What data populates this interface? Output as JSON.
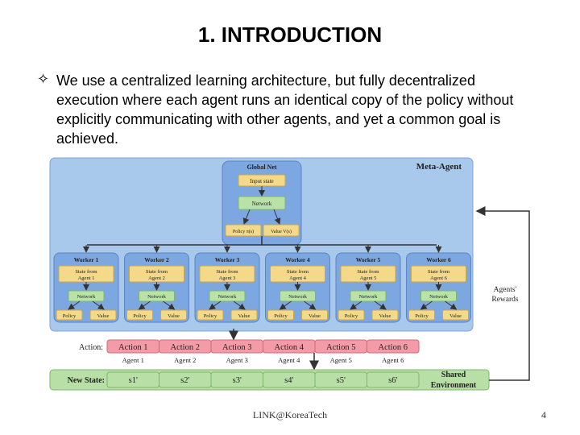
{
  "slide": {
    "title": "1. INTRODUCTION",
    "bullet_symbol": "✧",
    "bullet_text": "We use a centralized learning architecture, but fully decentralized execution where each agent runs an identical copy of the policy without explicitly communicating with other agents, and yet a common goal is achieved.",
    "footer": "LINK@KoreaTech",
    "page_number": "4"
  },
  "diagram": {
    "meta_agent_label": "Meta-Agent",
    "global_net": {
      "title": "Global Net",
      "input": "Input state",
      "network": "Network",
      "policy": "Policy π(s)",
      "value": "Value V(s)"
    },
    "workers": [
      {
        "title": "Worker 1",
        "state": [
          "State from",
          "Agent 1"
        ],
        "network": "Network",
        "policy": "Policy",
        "value": "Value"
      },
      {
        "title": "Worker 2",
        "state": [
          "State from",
          "Agent 2"
        ],
        "network": "Network",
        "policy": "Policy",
        "value": "Value"
      },
      {
        "title": "Worker 3",
        "state": [
          "State from",
          "Agent 3"
        ],
        "network": "Network",
        "policy": "Policy",
        "value": "Value"
      },
      {
        "title": "Worker 4",
        "state": [
          "State from",
          "Agent 4"
        ],
        "network": "Network",
        "policy": "Policy",
        "value": "Value"
      },
      {
        "title": "Worker 5",
        "state": [
          "State from",
          "Agent 5"
        ],
        "network": "Network",
        "policy": "Policy",
        "value": "Value"
      },
      {
        "title": "Worker 6",
        "state": [
          "State from",
          "Agent 6"
        ],
        "network": "Network",
        "policy": "Policy",
        "value": "Value"
      }
    ],
    "action_label": "Action:",
    "actions": [
      "Action 1",
      "Action 2",
      "Action 3",
      "Action 4",
      "Action 5",
      "Action 6"
    ],
    "agents": [
      "Agent 1",
      "Agent 2",
      "Agent 3",
      "Agent 4",
      "Agent 5",
      "Agent 6"
    ],
    "new_state_label": "New State:",
    "states": [
      "s1'",
      "s2'",
      "s3'",
      "s4'",
      "s5'",
      "s6'"
    ],
    "environment": [
      "Shared",
      "Environment"
    ],
    "rewards": [
      "Agents'",
      "Rewards"
    ],
    "colors": {
      "panel": "#a8c8ec",
      "panel_stroke": "#7fa6d6",
      "worker": "#7da7e0",
      "worker_stroke": "#5a86c6",
      "box": "#f5d98a",
      "box_stroke": "#c9a94a",
      "network": "#b9e2a8",
      "network_stroke": "#7fb56d",
      "action": "#f39ca8",
      "action_stroke": "#d06a7a",
      "env": "#b8e0a6",
      "env_stroke": "#7fb56d"
    }
  }
}
